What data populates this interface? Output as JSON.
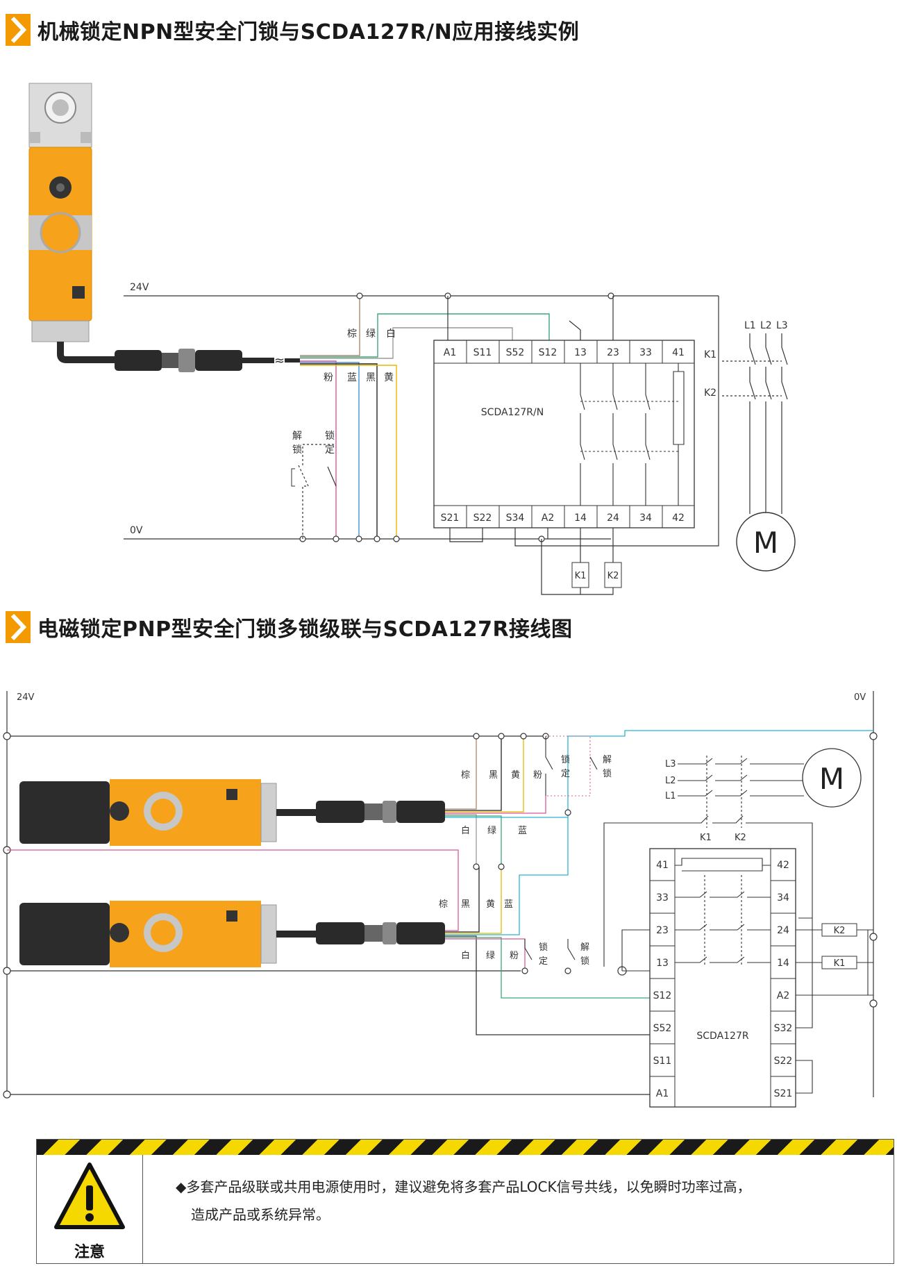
{
  "section1": {
    "title": "机械锁定NPN型安全门锁与SCDA127R/N应用接线实例",
    "rail_top": "24V",
    "rail_bottom": "0V",
    "wire_labels_top": [
      "棕",
      "绿",
      "白"
    ],
    "wire_labels_bottom": [
      "粉",
      "蓝",
      "黑",
      "黄"
    ],
    "switch_unlock": [
      "解",
      "锁"
    ],
    "switch_lock": [
      "锁",
      "定"
    ],
    "relay_name": "SCDA127R/N",
    "relay_top_terminals": [
      "A1",
      "S11",
      "S52",
      "S12",
      "13",
      "23",
      "33",
      "41"
    ],
    "relay_bottom_terminals": [
      "S21",
      "S22",
      "S34",
      "A2",
      "14",
      "24",
      "34",
      "42"
    ],
    "coils": [
      "K1",
      "K2"
    ],
    "contactor_labels": [
      "K1",
      "K2"
    ],
    "phases": [
      "L1",
      "L2",
      "L3"
    ],
    "motor": "M"
  },
  "section2": {
    "title": "电磁锁定PNP型安全门锁多锁级联与SCDA127R接线图",
    "rail_left": "24V",
    "rail_right": "0V",
    "lock1_labels_top": [
      "棕",
      "黑",
      "黄",
      "粉"
    ],
    "lock1_labels_bottom": [
      "白",
      "绿",
      "蓝"
    ],
    "lock2_labels_top": [
      "棕",
      "黑",
      "黄",
      "蓝"
    ],
    "lock2_labels_bottom": [
      "白",
      "绿",
      "粉"
    ],
    "switch_lock": [
      "锁",
      "定"
    ],
    "switch_unlock": [
      "解",
      "锁"
    ],
    "phases": [
      "L3",
      "L2",
      "L1"
    ],
    "contactor_labels": [
      "K1",
      "K2"
    ],
    "motor": "M",
    "relay_name": "SCDA127R",
    "relay_left_terminals": [
      "41",
      "33",
      "23",
      "13",
      "S12",
      "S52",
      "S11",
      "A1"
    ],
    "relay_right_terminals": [
      "42",
      "34",
      "24",
      "14",
      "A2",
      "S32",
      "S22",
      "S21"
    ],
    "coils": [
      "K2",
      "K1"
    ]
  },
  "caution": {
    "label": "注意",
    "line1": "◆多套产品级联或共用电源使用时，建议避免将多套产品LOCK信号共线，以免瞬时功率过高，",
    "line2": "造成产品或系统异常。"
  },
  "colors": {
    "accent": "#f39a00",
    "lock_body": "#f7a21b",
    "wire_brown": "#b0856a",
    "wire_green": "#3aa87a",
    "wire_white": "#9a9a9a",
    "wire_pink": "#d8599a",
    "wire_blue": "#4a8fd0",
    "wire_black": "#222222",
    "wire_yellow": "#e6b800",
    "wire_cyan": "#2bb5cf",
    "line": "#333333"
  }
}
